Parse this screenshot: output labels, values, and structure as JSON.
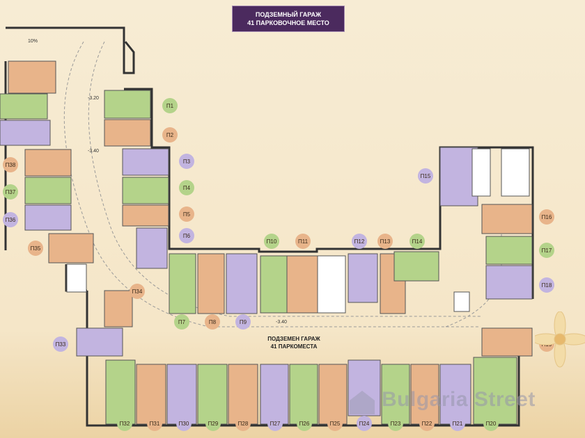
{
  "title": {
    "line1": "ПОДЗЕМНЫЙ ГАРАЖ",
    "line2": "41 ПАРКОВОЧНОЕ МЕСТО"
  },
  "center_label": {
    "line1": "ПОДЗЕМЕН ГАРАЖ",
    "line2": "41 ПАРКОМЕСТА"
  },
  "elevations": [
    "-3.20",
    "-3.40",
    "-3.40"
  ],
  "grade": "10%",
  "watermark": "Bulgaria Street",
  "colors": {
    "green": "#b4d38a",
    "orange": "#e8b48a",
    "purple": "#c2b4e0"
  },
  "spaces": [
    {
      "label": "П1",
      "color": "green"
    },
    {
      "label": "П2",
      "color": "orange"
    },
    {
      "label": "П3",
      "color": "purple"
    },
    {
      "label": "П4",
      "color": "green"
    },
    {
      "label": "П5",
      "color": "orange"
    },
    {
      "label": "П6",
      "color": "purple"
    },
    {
      "label": "П7",
      "color": "green"
    },
    {
      "label": "П8",
      "color": "orange"
    },
    {
      "label": "П9",
      "color": "purple"
    },
    {
      "label": "П10",
      "color": "green"
    },
    {
      "label": "П11",
      "color": "orange"
    },
    {
      "label": "П12",
      "color": "purple"
    },
    {
      "label": "П13",
      "color": "orange"
    },
    {
      "label": "П14",
      "color": "green"
    },
    {
      "label": "П15",
      "color": "purple"
    },
    {
      "label": "П16",
      "color": "orange"
    },
    {
      "label": "П17",
      "color": "green"
    },
    {
      "label": "П18",
      "color": "purple"
    },
    {
      "label": "П19",
      "color": "orange"
    },
    {
      "label": "П20",
      "color": "green"
    },
    {
      "label": "П21",
      "color": "purple"
    },
    {
      "label": "П22",
      "color": "orange"
    },
    {
      "label": "П23",
      "color": "green"
    },
    {
      "label": "П24",
      "color": "purple"
    },
    {
      "label": "П25",
      "color": "orange"
    },
    {
      "label": "П26",
      "color": "green"
    },
    {
      "label": "П27",
      "color": "purple"
    },
    {
      "label": "П28",
      "color": "orange"
    },
    {
      "label": "П29",
      "color": "green"
    },
    {
      "label": "П30",
      "color": "purple"
    },
    {
      "label": "П31",
      "color": "orange"
    },
    {
      "label": "П32",
      "color": "green"
    },
    {
      "label": "П33",
      "color": "purple"
    },
    {
      "label": "П34",
      "color": "orange"
    },
    {
      "label": "П35",
      "color": "orange"
    },
    {
      "label": "П36",
      "color": "purple"
    },
    {
      "label": "П37",
      "color": "green"
    },
    {
      "label": "П38",
      "color": "orange"
    }
  ]
}
